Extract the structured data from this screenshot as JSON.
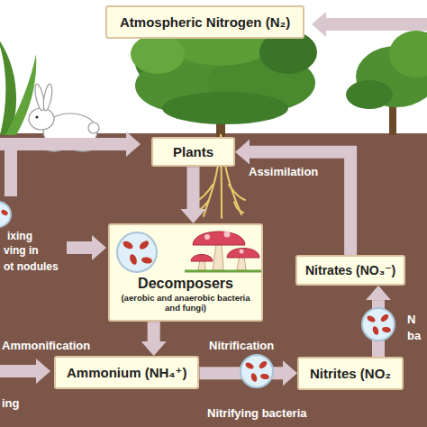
{
  "diagram": {
    "nodes": [
      {
        "text": [
          "Atmospheric Nitrogen (N₂)"
        ]
      },
      {
        "text": [
          "Plants"
        ]
      },
      {
        "text": [
          "Decomposers",
          "(aerobic and anaerobic bacteria and fungi)"
        ]
      },
      {
        "text": [
          "Nitrates (NO₃⁻)"
        ]
      },
      {
        "text": [
          "Ammonium (NH₄⁺)"
        ]
      },
      {
        "text": [
          "Nitrites (NO₂"
        ]
      }
    ],
    "edges": [
      {
        "from": 1,
        "to": 2,
        "arrow": "to"
      },
      {
        "from": 2,
        "to": 4,
        "arrow": "to"
      },
      {
        "from": 4,
        "to": 5,
        "arrow": "to"
      },
      {
        "from": 5,
        "to": 3,
        "arrow": "to"
      },
      {
        "from": 3,
        "to": 1,
        "arrow": "to"
      }
    ],
    "labels": [
      "Assimilation",
      "ixing",
      "ving in",
      "ot nodules",
      "N",
      "Ammonification",
      "Nitrification",
      "ba",
      "ing",
      "Nitrifying bacteria"
    ]
  }
}
